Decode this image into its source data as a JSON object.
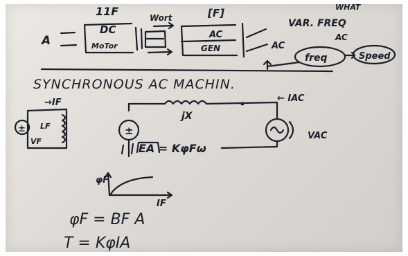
{
  "flow_diagram": {
    "input_label": "A",
    "dc_motor": {
      "top_label": "11F",
      "line1": "DC",
      "line2": "MoTor"
    },
    "shaft_label": "Wort",
    "ac_generator": {
      "top_label": "[F]",
      "line1": "AC",
      "line2": "GEN"
    },
    "output_label": "AC",
    "top_right_note": {
      "line1": "WHAT",
      "line2": "VAR. FREQ",
      "line3": "AC"
    },
    "freq_bubble": "freq",
    "speed_bubble": "Speed"
  },
  "title": "SYNCHRONOUS AC MACHIN.",
  "field_circuit": {
    "current_label": "→IF",
    "winding_label": "LF",
    "voltage_label": "VF"
  },
  "armature_circuit": {
    "reactance_label": "jX",
    "current_label": "← IAC",
    "source_symbol": "±",
    "emf_equation": "EA = KφFω",
    "ac_voltage_label": "VAC"
  },
  "magnetization_curve": {
    "y_label": "φF",
    "x_label": "IF"
  },
  "equations": {
    "flux": "φF = BF A",
    "torque": "T = KφIA"
  }
}
